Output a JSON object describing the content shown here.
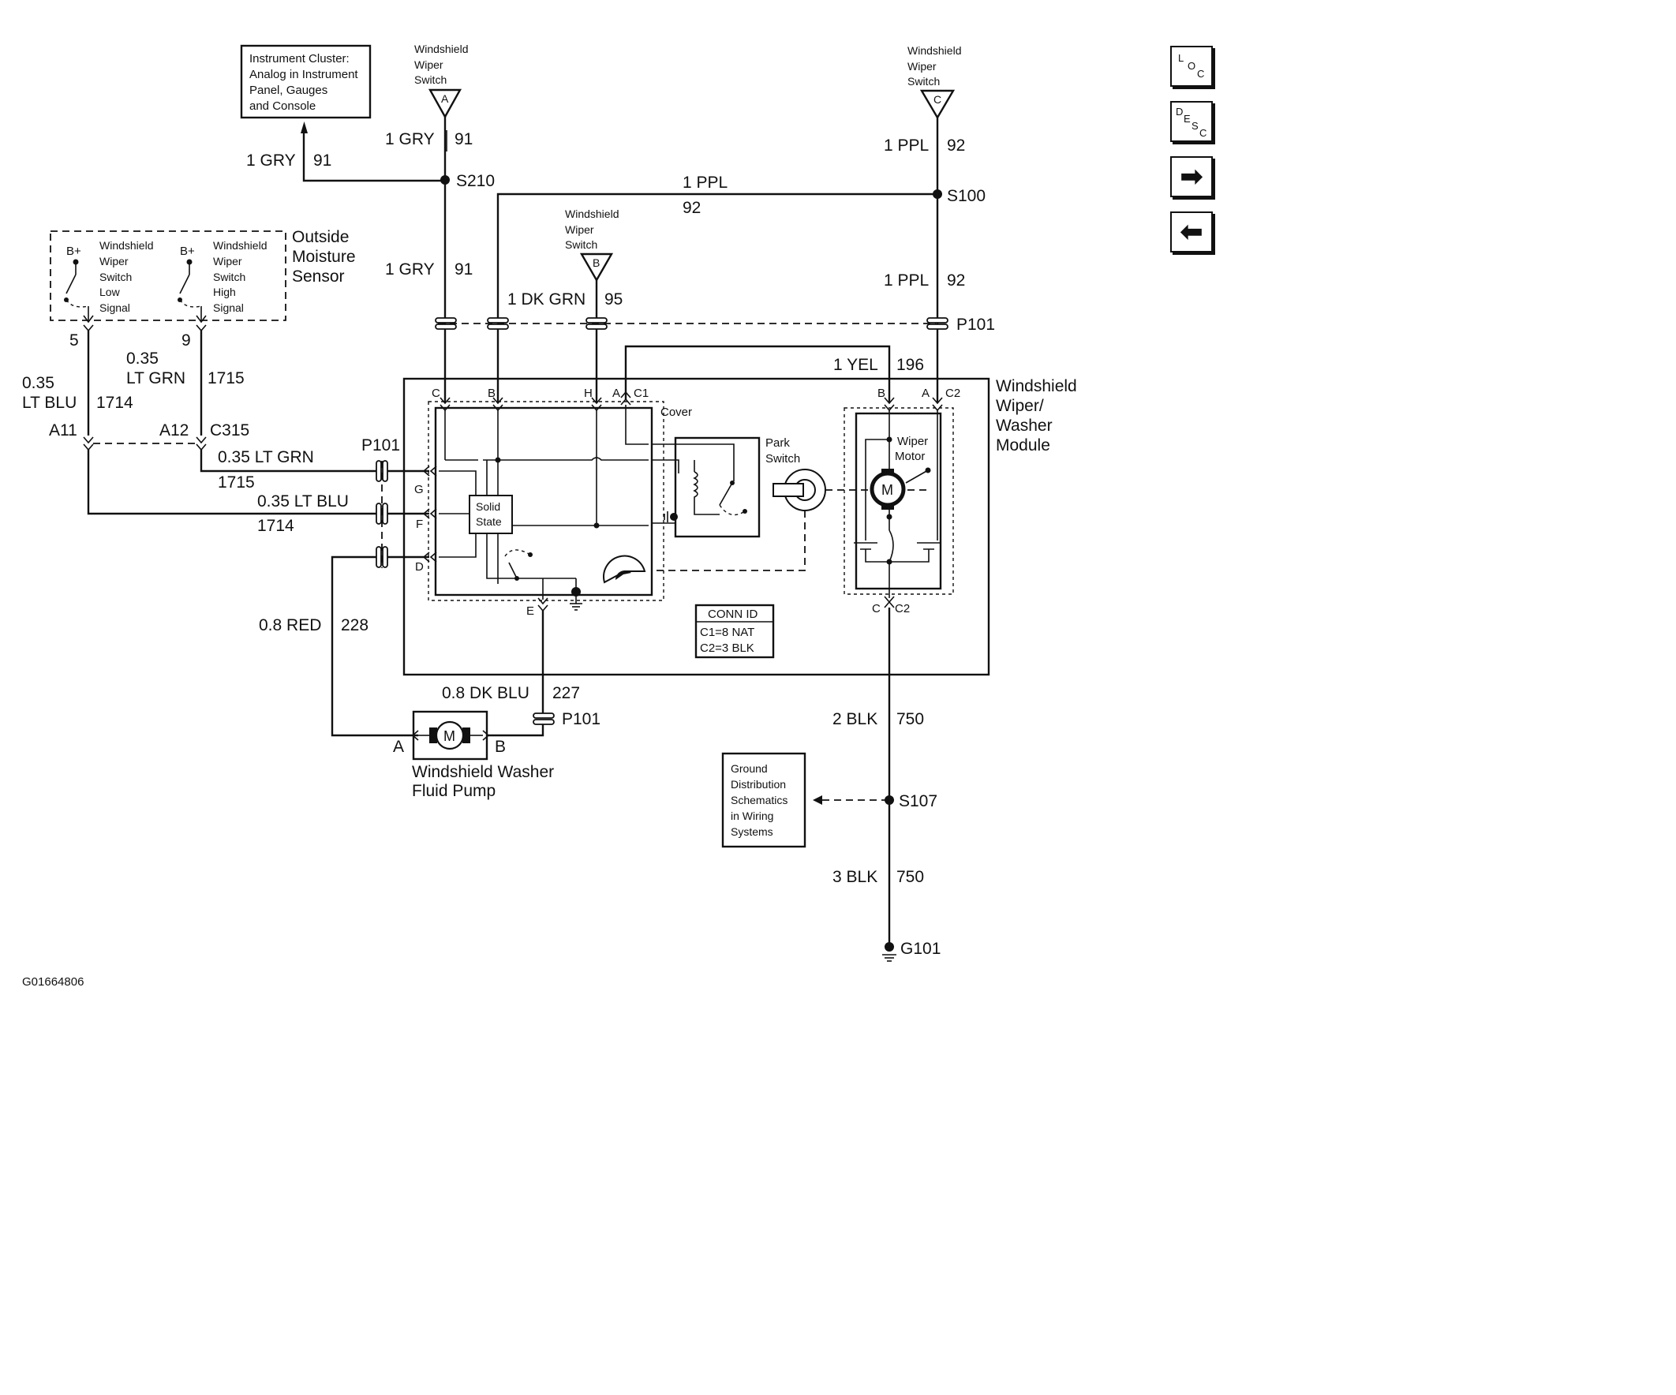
{
  "figure_id": "G01664806",
  "nav": {
    "loc": [
      "L",
      "O",
      "C"
    ],
    "desc": [
      "D",
      "E",
      "S",
      "C"
    ],
    "forward_glyph": "➡",
    "back_glyph": "⬅"
  },
  "blocks": {
    "instrument_cluster": [
      "Instrument Cluster:",
      "Analog in Instrument",
      "Panel, Gauges",
      "and Console"
    ],
    "ground_distribution": [
      "Ground",
      "Distribution",
      "Schematics",
      "in Wiring",
      "Systems"
    ],
    "outside_moisture_sensor": [
      "Outside",
      "Moisture",
      "Sensor"
    ],
    "wiper_washer_module": [
      "Windshield",
      "Wiper/",
      "Washer",
      "Module"
    ],
    "washer_pump": [
      "Windshield Washer",
      "Fluid Pump"
    ],
    "conn_id": {
      "title": "CONN ID",
      "lines": [
        "C1=8 NAT",
        "C2=3 BLK"
      ]
    }
  },
  "switch_refs": {
    "a": {
      "name": [
        "Windshield",
        "Wiper",
        "Switch"
      ],
      "letter": "A"
    },
    "b": {
      "name": [
        "Windshield",
        "Wiper",
        "Switch"
      ],
      "letter": "B"
    },
    "c": {
      "name": [
        "Windshield",
        "Wiper",
        "Switch"
      ],
      "letter": "C"
    }
  },
  "sensor_switches": {
    "low": {
      "supply": "B+",
      "label": [
        "Windshield",
        "Wiper",
        "Switch",
        "Low",
        "Signal"
      ],
      "pin": "5"
    },
    "high": {
      "supply": "B+",
      "label": [
        "Windshield",
        "Wiper",
        "Switch",
        "High",
        "Signal"
      ],
      "pin": "9"
    }
  },
  "wires": {
    "gry_cluster": {
      "size_color": "1 GRY",
      "circuit": "91"
    },
    "gry_top": {
      "size_color": "1 GRY",
      "circuit": "91"
    },
    "gry_mid": {
      "size_color": "1 GRY",
      "circuit": "91"
    },
    "ppl_top": {
      "size_color": "1 PPL",
      "circuit": "92"
    },
    "ppl_horizontal": {
      "size_color": "1 PPL",
      "circuit": "92"
    },
    "ppl_mid": {
      "size_color": "1 PPL",
      "circuit": "92"
    },
    "dkgrn": {
      "size_color": "1 DK GRN",
      "circuit": "95"
    },
    "yel": {
      "size_color": "1 YEL",
      "circuit": "196"
    },
    "ltblu_vertical": {
      "size": "0.35",
      "color": "LT BLU",
      "circuit": "1714"
    },
    "ltgrn_vertical": {
      "size": "0.35",
      "color": "LT GRN",
      "circuit": "1715"
    },
    "ltgrn_horizontal": {
      "size_color": "0.35 LT GRN",
      "circuit": "1715"
    },
    "ltblu_horizontal": {
      "size_color": "0.35 LT BLU",
      "circuit": "1714"
    },
    "red": {
      "size_color": "0.8 RED",
      "circuit": "228"
    },
    "dkblu": {
      "size_color": "0.8 DK BLU",
      "circuit": "227"
    },
    "blk2": {
      "size_color": "2 BLK",
      "circuit": "750"
    },
    "blk3": {
      "size_color": "3 BLK",
      "circuit": "750"
    }
  },
  "splices": {
    "s210": "S210",
    "s100": "S100",
    "s107": "S107"
  },
  "ground": "G101",
  "connectors": {
    "p101": "P101",
    "c315": "C315",
    "c1": "C1",
    "c2": "C2",
    "a11": "A11",
    "a12": "A12"
  },
  "pins": {
    "c1_c": "C",
    "c1_b": "B",
    "c1_h": "H",
    "c1_a": "A",
    "c1_g": "G",
    "c1_f": "F",
    "c1_d": "D",
    "c1_e": "E",
    "c2_b": "B",
    "c2_a": "A",
    "c2_c": "C",
    "pump_a": "A",
    "pump_b": "B"
  },
  "internal": {
    "cover": "Cover",
    "park_switch": [
      "Park",
      "Switch"
    ],
    "solid_state": [
      "Solid",
      "State"
    ],
    "wiper_motor": [
      "Wiper",
      "Motor"
    ],
    "motor_symbol": "M"
  }
}
